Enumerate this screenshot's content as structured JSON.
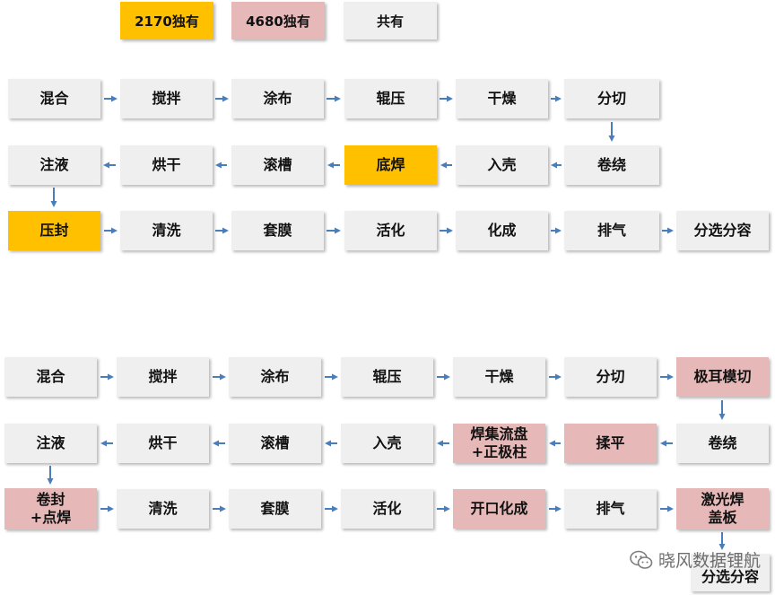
{
  "legend": {
    "only_2170": "2170独有",
    "only_4680": "4680独有",
    "common": "共有"
  },
  "colors": {
    "only_2170": "#ffc000",
    "only_4680": "#e6b9b8",
    "common": "#efefef",
    "arrow": "#4a7ebb"
  },
  "flow_2170": {
    "mixing": "混合",
    "stirring": "搅拌",
    "coating": "涂布",
    "rolling": "辊压",
    "drying": "干燥",
    "slitting": "分切",
    "winding": "卷绕",
    "casing": "入壳",
    "bottom_welding": "底焊",
    "grooving": "滚槽",
    "baking": "烘干",
    "filling": "注液",
    "sealing": "压封",
    "cleaning": "清洗",
    "sleeving": "套膜",
    "activation": "活化",
    "formation": "化成",
    "degassing": "排气",
    "sorting": "分选分容"
  },
  "flow_4680": {
    "mixing": "混合",
    "stirring": "搅拌",
    "coating": "涂布",
    "rolling": "辊压",
    "drying": "干燥",
    "slitting": "分切",
    "tab_cutting": "极耳模切",
    "winding": "卷绕",
    "flattening": "揉平",
    "collector_welding": [
      "焊集流盘",
      "+正极柱"
    ],
    "casing": "入壳",
    "grooving": "滚槽",
    "baking": "烘干",
    "filling": "注液",
    "seal_spot_weld": [
      "卷封",
      "+点焊"
    ],
    "cleaning": "清洗",
    "sleeving": "套膜",
    "activation": "活化",
    "open_formation": "开口化成",
    "degassing": "排气",
    "laser_weld_cover": [
      "激光焊",
      "盖板"
    ],
    "sorting": "分选分容"
  },
  "watermark": {
    "text": "晓风数据锂航",
    "icon": "wechat-icon"
  }
}
